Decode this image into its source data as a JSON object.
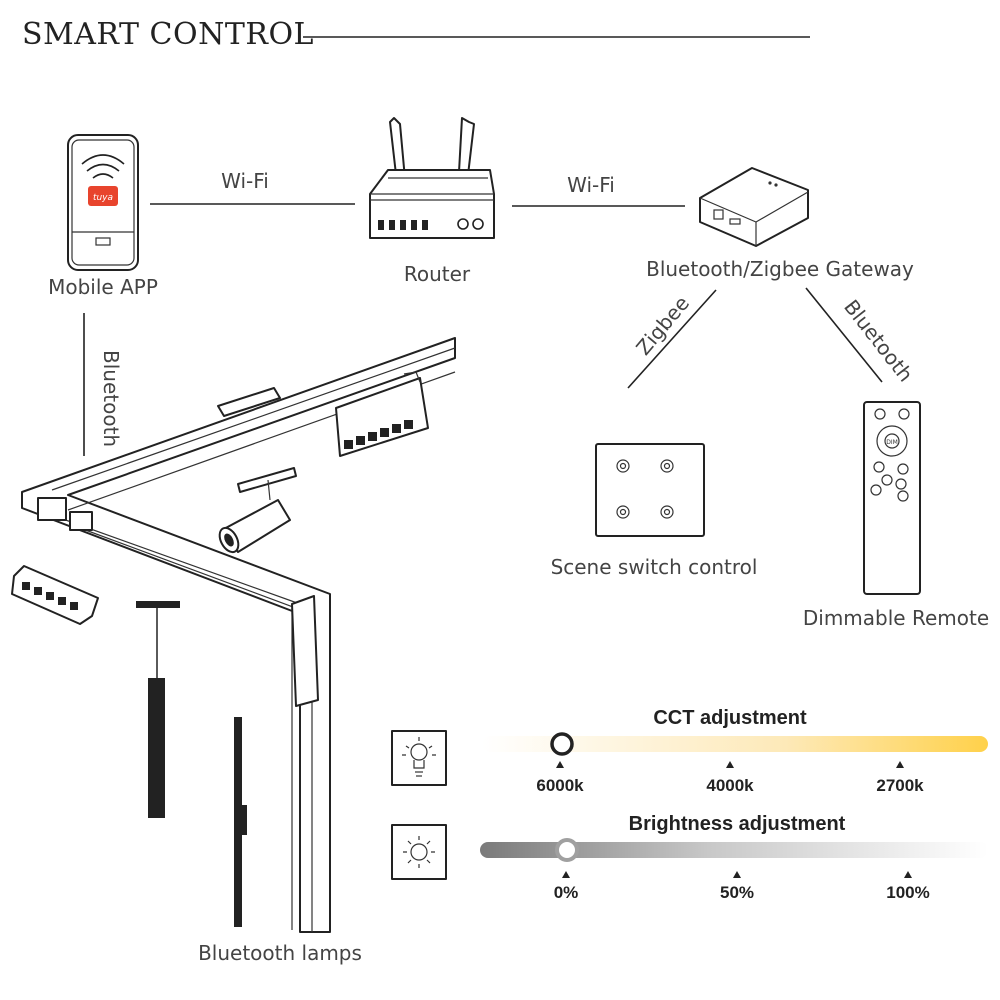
{
  "title": "SMART CONTROL",
  "devices": {
    "mobile_app": "Mobile APP",
    "router": "Router",
    "gateway": "Bluetooth/Zigbee Gateway",
    "scene_switch": "Scene switch control",
    "remote": "Dimmable Remote",
    "lamps": "Bluetooth lamps",
    "tuya_logo": "tuya",
    "remote_center_key": "DIM"
  },
  "links": {
    "app_router": "Wi-Fi",
    "router_gateway": "Wi-Fi",
    "gateway_switch": "Zigbee",
    "gateway_remote": "Bluetooth",
    "app_lamps": "Bluetooth"
  },
  "cct": {
    "title": "CCT adjustment",
    "ticks": [
      "6000k",
      "4000k",
      "2700k"
    ],
    "icon": "bulb-icon",
    "gradient": [
      "#ffffff",
      "#ffd14a"
    ]
  },
  "brightness": {
    "title": "Brightness adjustment",
    "ticks": [
      "0%",
      "50%",
      "100%"
    ],
    "icon": "sun-icon",
    "gradient": [
      "#7f7f7f",
      "#ffffff"
    ]
  }
}
